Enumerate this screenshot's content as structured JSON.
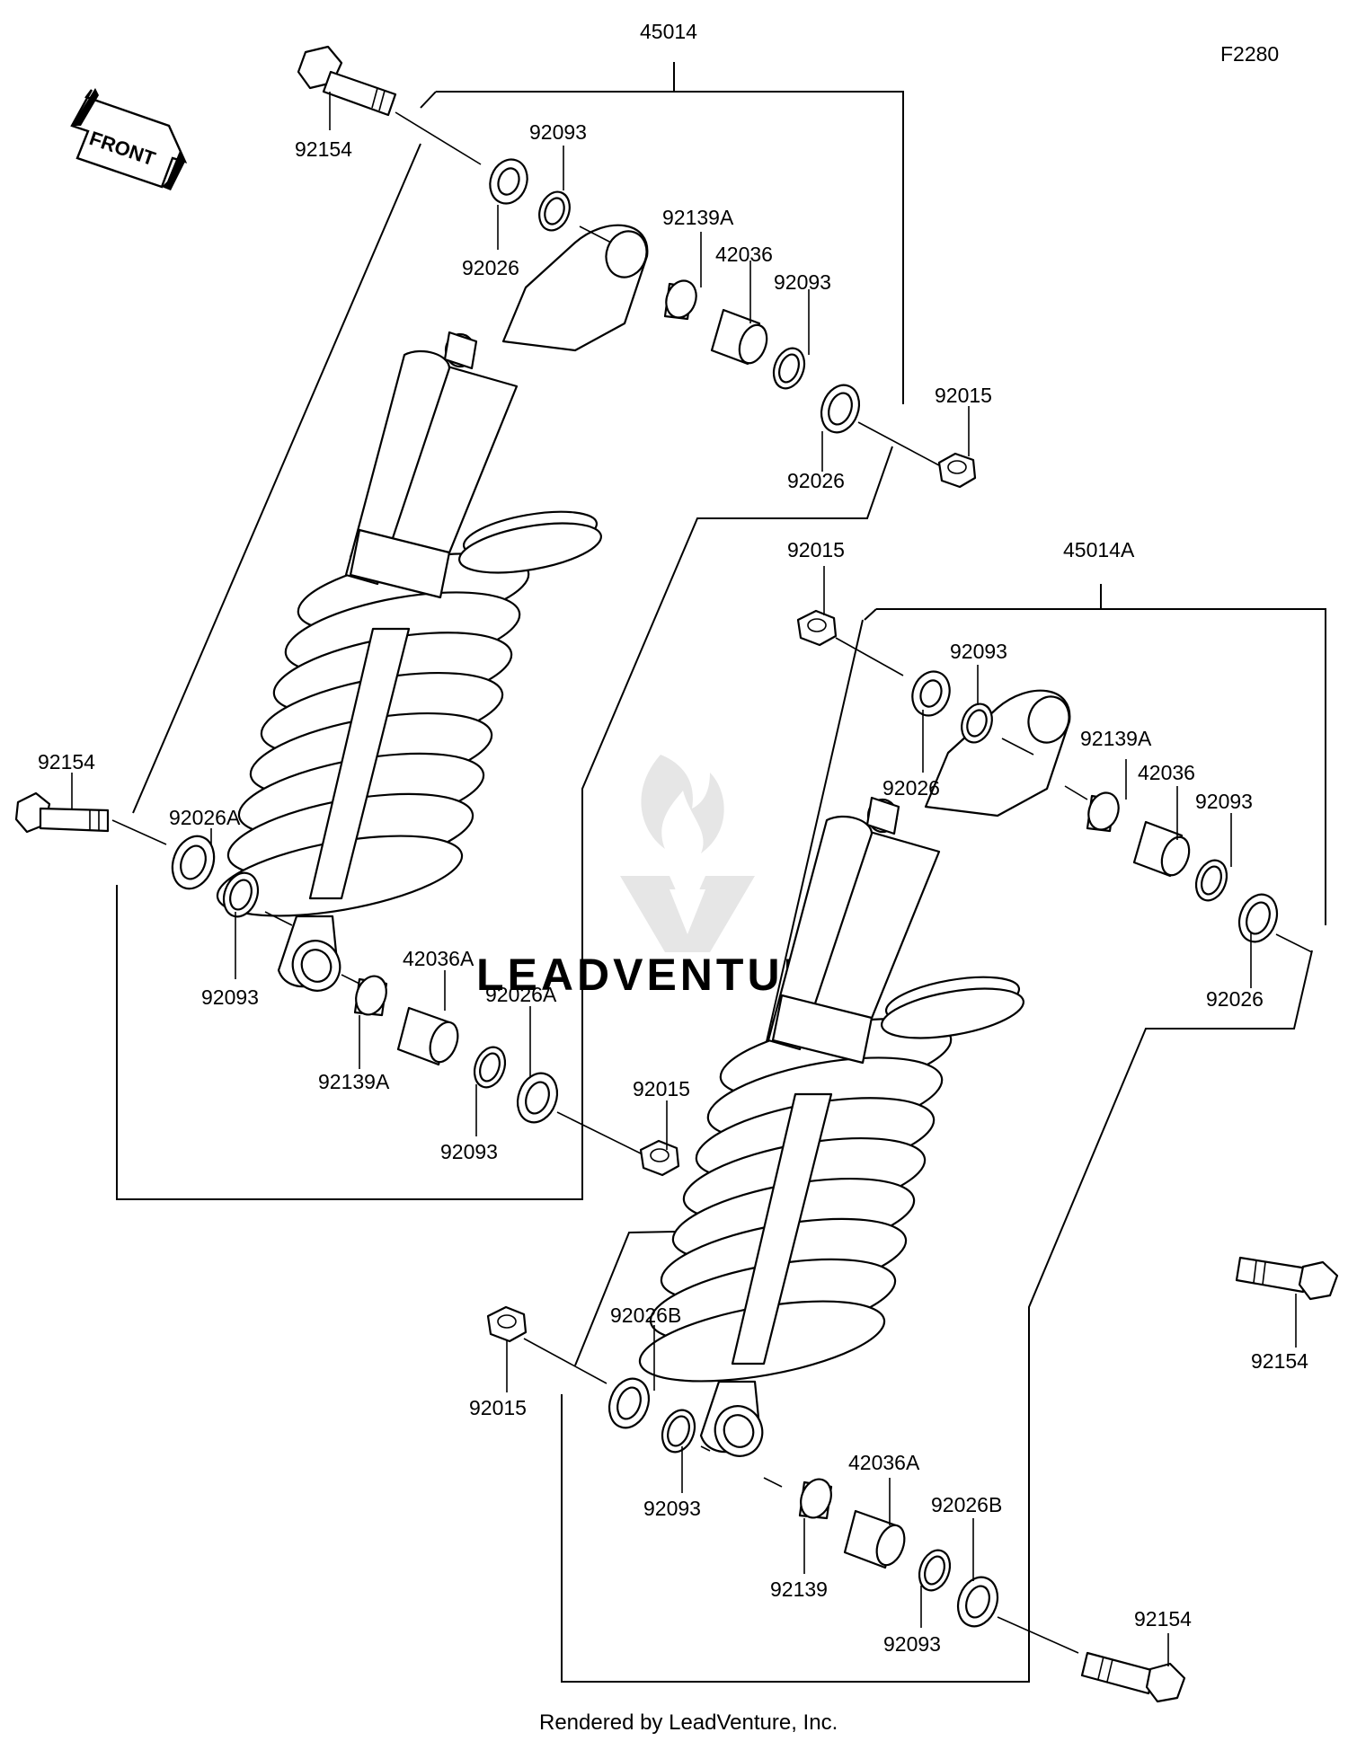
{
  "figure_code": "F2280",
  "footer": "Rendered by LeadVenture, Inc.",
  "watermark": "LEADVENTURE",
  "front_arrow": "FRONT",
  "labels": {
    "assy_upper": "45014",
    "assy_lower": "45014A",
    "u_bolt_top": "92154",
    "u_seal_top": "92093",
    "u_washer_top": "92026",
    "u_bush_top": "92139A",
    "u_collar_top": "42036",
    "u_seal_top_r": "92093",
    "u_nut_top": "92015",
    "u_washer_top_r": "92026",
    "u_bolt_bot": "92154",
    "u_washer_bot": "92026A",
    "u_seal_bot": "92093",
    "u_collar_bot": "42036A",
    "u_washer_bot_r": "92026A",
    "u_bush_bot": "92139A",
    "u_nut_bot": "92015",
    "u_seal_bot_r": "92093",
    "l_nut_top": "92015",
    "l_seal_top": "92093",
    "l_washer_top": "92026",
    "l_bush_top": "92139A",
    "l_collar_top": "42036",
    "l_seal_top_r": "92093",
    "l_washer_top_r": "92026",
    "l_bolt_top": "92154",
    "l_washer_bot": "92026B",
    "l_nut_bot": "92015",
    "l_seal_bot": "92093",
    "l_collar_bot": "42036A",
    "l_washer_bot_r": "92026B",
    "l_bush_bot": "92139",
    "l_seal_bot_r": "92093",
    "l_bolt_bot": "92154"
  }
}
